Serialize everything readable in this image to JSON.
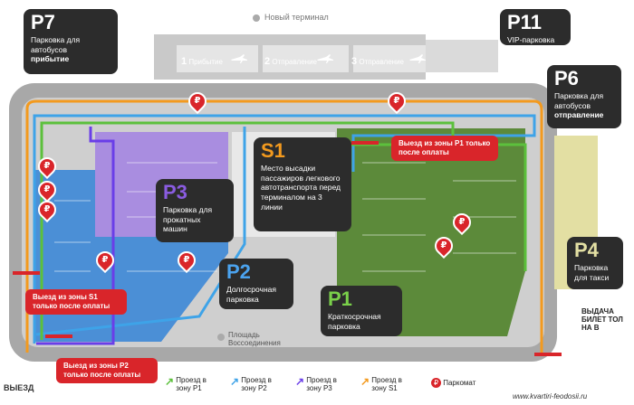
{
  "terminal": {
    "name": "Новый терминал",
    "gates": [
      {
        "num": "1",
        "label": "Прибытие"
      },
      {
        "num": "2",
        "label": "Отправление"
      },
      {
        "num": "3",
        "label": "Отправление"
      }
    ]
  },
  "zones": {
    "p7": {
      "code": "P7",
      "desc": "Парковка для автобусов",
      "desc2": "прибытие"
    },
    "p11": {
      "code": "P11",
      "desc": "VIP-парковка"
    },
    "p6": {
      "code": "P6",
      "desc": "Парковка для автобусов",
      "desc2": "отправление"
    },
    "s1": {
      "code": "S1",
      "desc": "Место высадки пассажиров легкового автотранспорта перед терминалом на 3 линии"
    },
    "p3": {
      "code": "P3",
      "desc": "Парковка для прокатных машин"
    },
    "p2": {
      "code": "P2",
      "desc": "Долгосрочная парковка"
    },
    "p1": {
      "code": "P1",
      "desc": "Краткосрочная парковка"
    },
    "p4": {
      "code": "P4",
      "desc": "Парковка для такси"
    }
  },
  "notices": {
    "exit_p1": "Выезд из зоны P1 только после оплаты",
    "exit_s1": "Выезд из зоны S1 только после оплаты",
    "exit_p2": "Выезд из зоны P2 только после оплаты"
  },
  "labels": {
    "exit": "ВЫЕЗД",
    "square": "Площадь Воссоединения",
    "ticket": "ВЫДАЧА БИЛЕТ ТОЛ НА В",
    "watermark": "www.kvartiri-feodosii.ru"
  },
  "legend": [
    {
      "label": "Проезд в зону P1",
      "color": "#5cc03c"
    },
    {
      "label": "Проезд в зону P2",
      "color": "#3ea3e8"
    },
    {
      "label": "Проезд в зону P3",
      "color": "#6a3ee8"
    },
    {
      "label": "Проезд в зону S1",
      "color": "#f39a1e"
    },
    {
      "label": "Паркомат",
      "color": "#d9252a"
    }
  ],
  "parking_meter_symbol": "₽",
  "colors": {
    "p1": "#5c8a3a",
    "p2": "#4b8fd6",
    "p3": "#a98de0",
    "p4": "#e3dfa3",
    "road": "#9a9a9a",
    "callout": "#2c2c2c",
    "alert": "#d9252a"
  }
}
